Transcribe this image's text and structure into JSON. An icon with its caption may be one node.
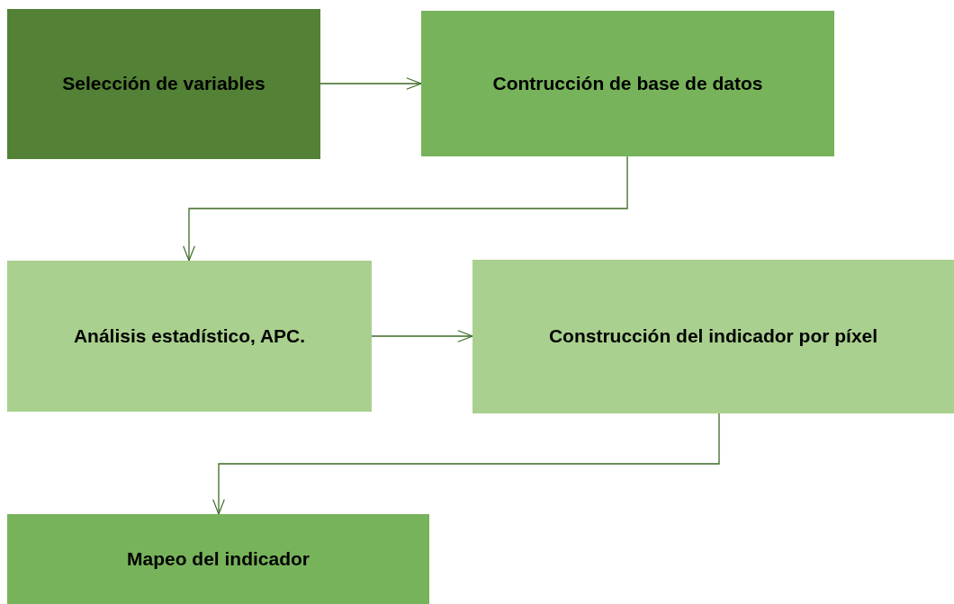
{
  "diagram": {
    "nodes": [
      {
        "text": [
          "Selección de variables"
        ]
      },
      {
        "text": [
          "Contrucción de base de datos"
        ]
      },
      {
        "text": [
          "Análisis estadístico, APC."
        ]
      },
      {
        "text": [
          "Construcción del indicador por píxel"
        ]
      },
      {
        "text": [
          "Mapeo del indicador"
        ]
      }
    ],
    "edges": [
      {
        "from": 0,
        "to": 1,
        "arrow": "to"
      },
      {
        "from": 1,
        "to": 2,
        "arrow": "to"
      },
      {
        "from": 2,
        "to": 3,
        "arrow": "to"
      },
      {
        "from": 3,
        "to": 4,
        "arrow": "to"
      }
    ]
  }
}
